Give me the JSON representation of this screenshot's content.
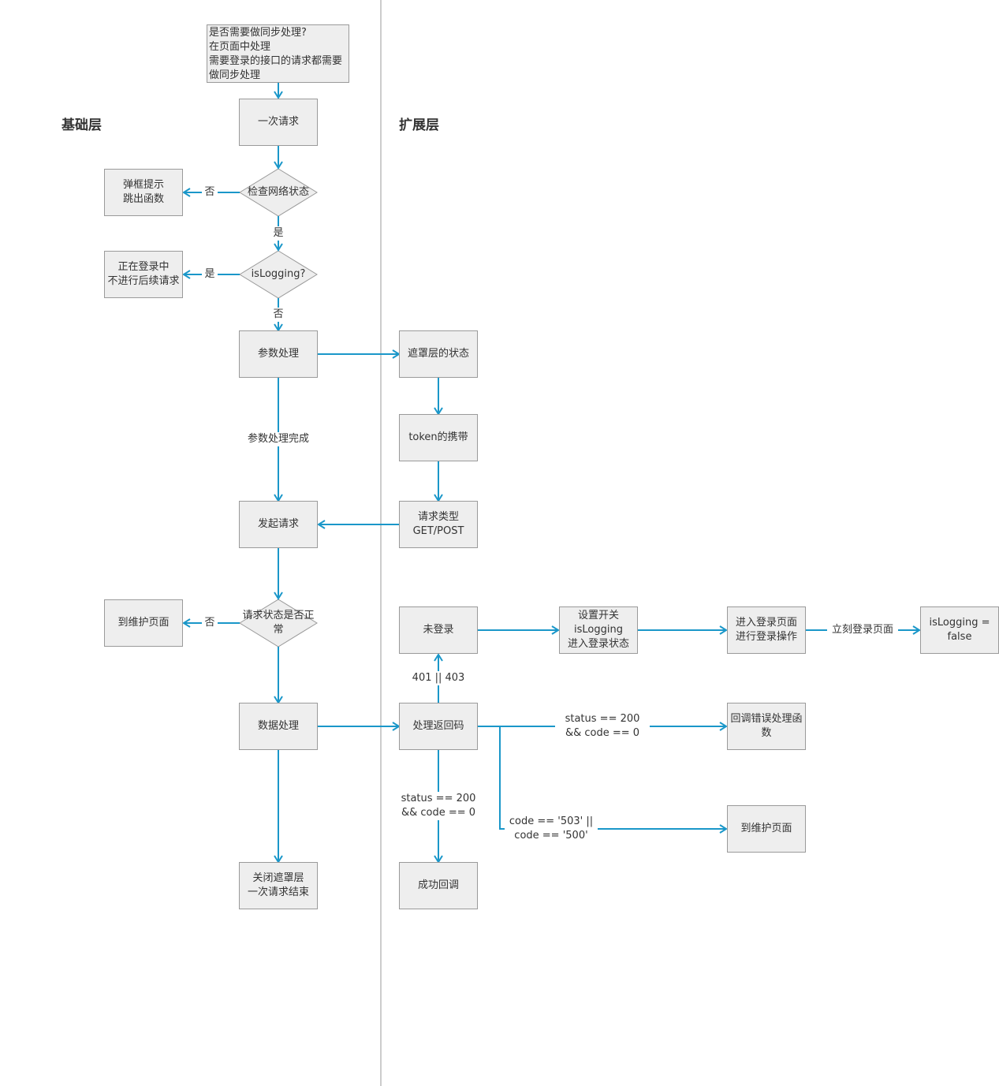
{
  "lanes": {
    "base": "基础层",
    "ext": "扩展层"
  },
  "note": "是否需要做同步处理?\n在页面中处理\n需要登录的接口的请求都需要\n做同步处理",
  "nodes": {
    "one_request": "一次请求",
    "check_network": "检查网络状态",
    "popup_exit": "弹框提示\n跳出函数",
    "is_logging": "isLogging?",
    "logging_in_progress": "正在登录中\n不进行后续请求",
    "param_processing": "参数处理",
    "mask_state": "遮罩层的状态",
    "token_carry": "token的携带",
    "request_type": "请求类型\nGET/POST",
    "send_request": "发起请求",
    "request_status_ok": "请求状态是否正\n常",
    "maintenance_page_a": "到维护页面",
    "data_processing": "数据处理",
    "not_logged_in": "未登录",
    "set_switch": "设置开关\nisLogging\n进入登录状态",
    "enter_login_page": "进入登录页面\n进行登录操作",
    "islogging_false": "isLogging =\nfalse",
    "handle_return_code": "处理返回码",
    "error_callback": "回调错误处理函\n数",
    "maintenance_page_b": "到维护页面",
    "success_callback": "成功回调",
    "close_mask": "关闭遮罩层\n一次请求结束"
  },
  "edge_labels": {
    "network_no": "否",
    "network_yes": "是",
    "logging_yes": "是",
    "logging_no": "否",
    "params_done": "参数处理完成",
    "status_no": "否",
    "code_401_403": "401 || 403",
    "login_now": "立刻登录页面",
    "status_code_ok_right": "status == 200\n&& code == 0",
    "status_code_ok_down": "status == 200\n&& code == 0",
    "code_503_500": "code == '503' ||\ncode == '500'"
  },
  "colors": {
    "arrow": "#1a97c9",
    "box_fill": "#eeeeee",
    "box_border": "#9a9a9a",
    "lane_line": "#999999"
  }
}
